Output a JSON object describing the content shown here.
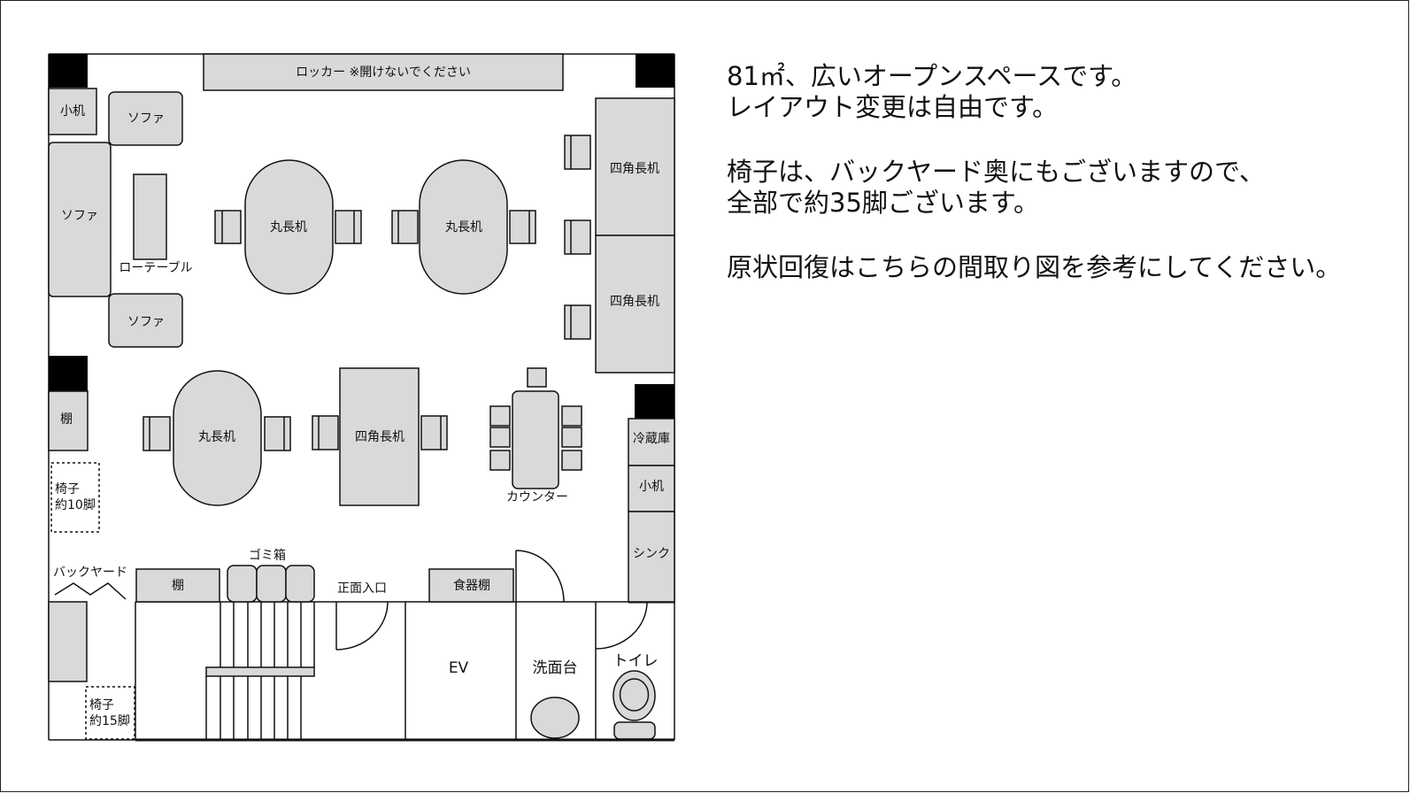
{
  "floor_plan": {
    "locker": "ロッカー ※開けないでください",
    "small_desk_top": "小机",
    "sofa_top": "ソファ",
    "sofa_left": "ソファ",
    "sofa_bottom": "ソファ",
    "low_table": "ローテーブル",
    "round_tables": [
      "丸長机",
      "丸長机",
      "丸長机"
    ],
    "square_tables": [
      "四角長机",
      "四角長机",
      "四角長机"
    ],
    "shelf_left": "棚",
    "chair_storage_front": [
      "椅子",
      "約10脚"
    ],
    "counter": "カウンター",
    "fridge": "冷蔵庫",
    "small_desk_right": "小机",
    "sink": "シンク",
    "backyard": "バックヤード",
    "shelf_bottom": "棚",
    "trash_bins": "ゴミ箱",
    "entrance": "正面入口",
    "dish_shelf": "食器棚",
    "chair_storage_back": [
      "椅子",
      "約15脚"
    ],
    "elevator": "EV",
    "washbasin": "洗面台",
    "toilet": "トイレ"
  },
  "description": {
    "paragraphs": [
      [
        "81㎡、広いオープンスペースです。",
        "レイアウト変更は自由です。"
      ],
      [
        "椅子は、バックヤード奥にもございますので、",
        "全部で約35脚ございます。"
      ],
      [
        "原状回復はこちらの間取り図を参考にしてください。"
      ]
    ]
  },
  "colors": {
    "furniture_fill": "#d9d9d9",
    "walls": "#111111",
    "pillars": "#000000",
    "background": "#ffffff"
  }
}
